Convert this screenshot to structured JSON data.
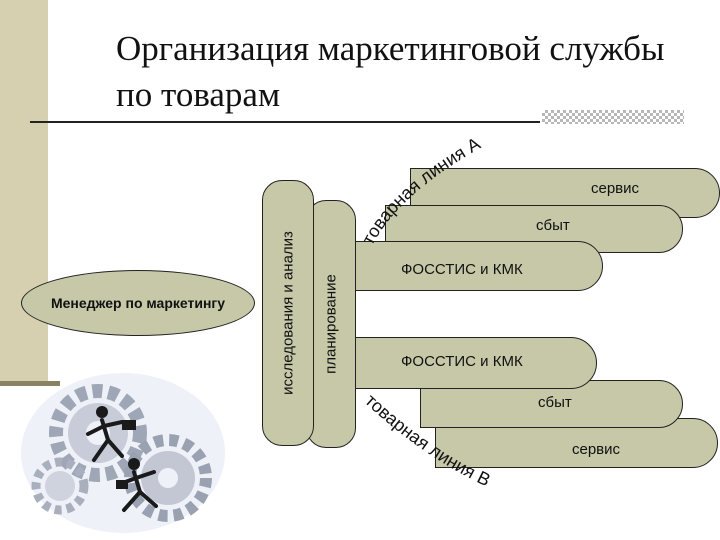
{
  "title": {
    "line1": "Организация маркетинговой службы",
    "line2": "по товарам"
  },
  "manager": {
    "label": "Менеджер по маркетингу"
  },
  "columns": {
    "research": "исследования и анализ",
    "planning": "планирование"
  },
  "line_a": {
    "label": "товарная линия А",
    "items": {
      "service": "сервис",
      "sales": "сбыт",
      "company": "ФОССТИС и КМК"
    }
  },
  "line_b": {
    "label": "товарная линия В",
    "items": {
      "service": "сервис",
      "sales": "сбыт",
      "company": "ФОССТИС и КМК"
    }
  },
  "colors": {
    "fill": "#c6c8a8",
    "stripe": "#d6d0b0",
    "ink": "#222222"
  },
  "icons": [
    "gears-clipart",
    "running-businessmen-clipart"
  ]
}
